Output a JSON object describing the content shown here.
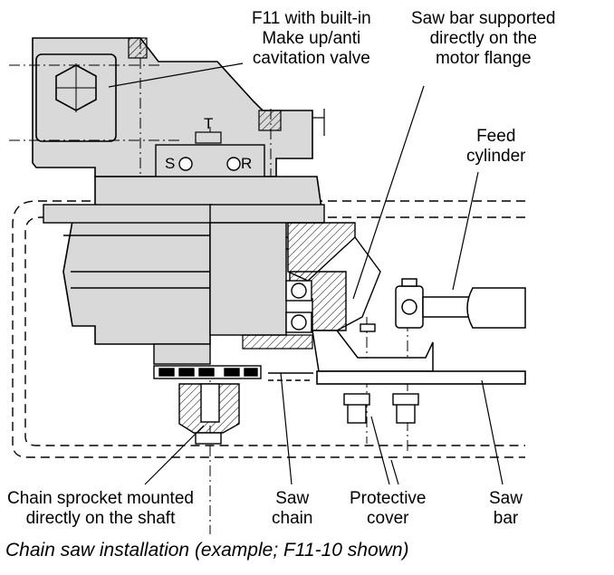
{
  "labels": {
    "f11": "F11 with built-in\nMake up/anti\ncavitation valve",
    "sawbar_support": "Saw bar supported\ndirectly on the\nmotor flange",
    "feed": "Feed\ncylinder",
    "sprocket": "Chain sprocket mounted\ndirectly on the shaft",
    "chain": "Saw\nchain",
    "cover": "Protective\ncover",
    "bar": "Saw\nbar",
    "port_s": "S",
    "port_r": "R",
    "port_t": "T"
  },
  "caption": "Chain saw installation (example; F11-10 shown)",
  "colors": {
    "housing": "#d9d9d9",
    "line": "#000000",
    "background": "#ffffff"
  }
}
